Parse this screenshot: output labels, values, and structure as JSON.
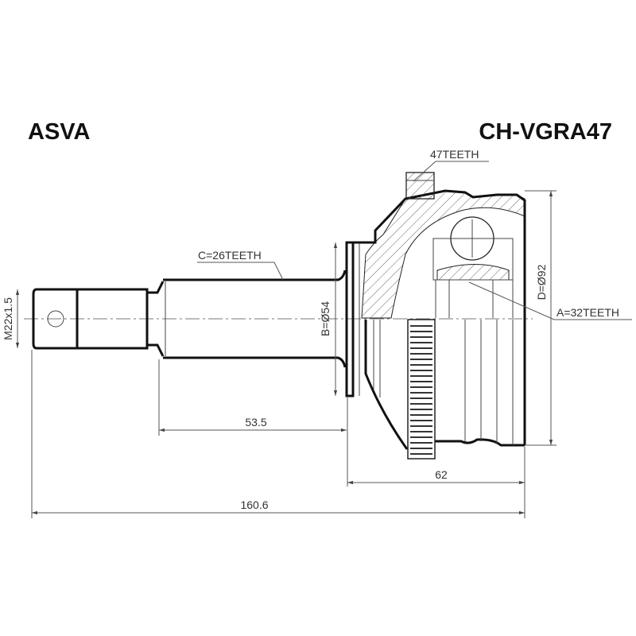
{
  "header": {
    "brand": "ASVA",
    "part_number": "CH-VGRA47"
  },
  "labels": {
    "abs_ring_teeth": "47TEETH",
    "shaft_spline": "C=26TEETH",
    "inner_spline": "A=32TEETH",
    "seal_diameter": "B=Ø54",
    "outer_diameter": "D=Ø92",
    "thread": "M22x1.5"
  },
  "dimensions": {
    "shaft_length": "53.5",
    "housing_length": "62",
    "total_length": "160.6"
  },
  "colors": {
    "line": "#222222",
    "hatch": "#666666"
  }
}
